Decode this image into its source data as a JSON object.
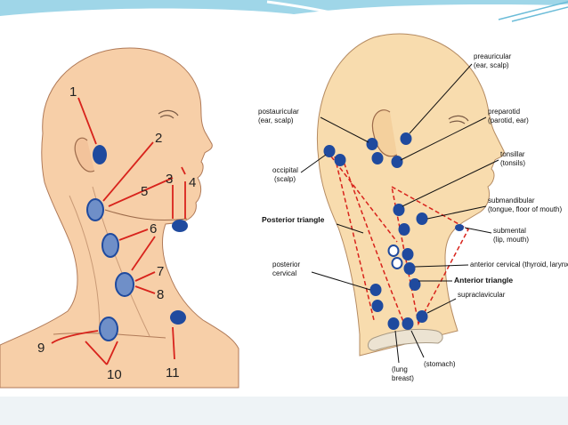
{
  "colors": {
    "header_band": "#9fd6e8",
    "skin": "#f7cfa8",
    "skin_right": "#f8dcae",
    "node": "#1f4a9e",
    "arrow": "#d8231c",
    "dashed": "#d8231c",
    "leader": "#111111"
  },
  "left_diagram": {
    "numbers": [
      "1",
      "2",
      "3",
      "4",
      "5",
      "6",
      "7",
      "8",
      "9",
      "10",
      "11"
    ]
  },
  "right_diagram": {
    "labels": {
      "preauricular": "preauricular",
      "preauricular_sub": "(ear, scalp)",
      "postauricular": "postauricular",
      "postauricular_sub": "(ear, scalp)",
      "preparotid": "preparotid",
      "preparotid_sub": "(parotid, ear)",
      "occipital": "occipital",
      "occipital_sub": "(scalp)",
      "tonsillar": "tonsillar",
      "tonsillar_sub": "(tonsils)",
      "submandibular": "submandibular",
      "submandibular_sub": "(tongue, floor of mouth)",
      "posterior_triangle": "Posterior triangle",
      "submental": "submental",
      "submental_sub": "(lip, mouth)",
      "anterior_cervical": "anterior cervical (thyroid, larynx)",
      "posterior_cervical": "posterior",
      "posterior_cervical_sub": "cervical",
      "anterior_triangle": "Anterior triangle",
      "supraclavicular": "supraclavicular",
      "lung": "(lung",
      "lung_sub": "breast)",
      "stomach": "(stomach)"
    }
  }
}
